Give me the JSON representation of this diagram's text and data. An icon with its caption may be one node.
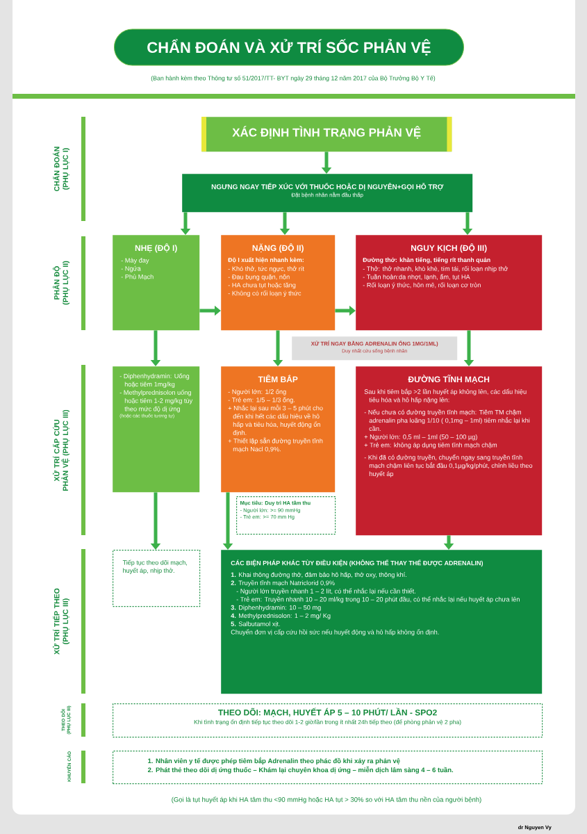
{
  "diagram": {
    "title": "CHẨN ĐOÁN VÀ XỬ TRÍ SỐC PHẢN VỆ",
    "nodes": [
      {
        "text": [
          "XÁC ĐỊNH TÌNH TRẠNG PHẢN VỆ"
        ]
      },
      {
        "text": [
          "NGƯNG NGAY TIẾP XÚC VỚI THUỐC HOẶC DỊ NGUYÊN+GỌI HỖ TRỢ",
          "Đặt bệnh nhân nằm đầu thấp"
        ]
      },
      {
        "text": [
          "NHẸ (ĐỘ I)",
          "- Mày đay",
          "- Ngứa",
          "- Phù Mạch"
        ]
      },
      {
        "text": [
          "NẶNG (ĐỘ II)",
          "Độ I xuất hiện nhanh kèm:",
          "- Khó thở, tức ngực, thở rít",
          "- Đau bụng quặn, nôn",
          "- HA chưa tụt hoặc tăng",
          "- Không có rối loạn ý thức"
        ]
      },
      {
        "text": [
          "NGUY KỊCH (ĐỘ III)",
          "Đường thở: khàn tiếng, tiếng rít thanh quản",
          "- Thở: thở nhanh, khò khè, tím tái, rối loạn nhịp thở",
          "- Tuần hoàn:da nhợt, lạnh, ẩm, tụt HA",
          "- Rối loạn ý thức, hôn mê, rối loạn cơ tròn"
        ]
      },
      {
        "text": [
          "XỬ TRÍ NGAY BẰNG ADRENALIN ỐNG 1MG/1ML)",
          "Duy nhất cứu sống bệnh nhân"
        ]
      },
      {
        "text": [
          "- Diphenhydramin: Uống hoặc tiêm 1mg/kg",
          "- Methylprednisolon uống hoặc tiêm 1-2 mg/kg tùy theo mức độ dị ứng",
          "(hoặc các thuốc tương tự)"
        ]
      },
      {
        "text": [
          "TIÊM BẮP",
          "- Người lớn: 1/2 ống",
          "- Trẻ em: 1/5 – 1/3 ống.",
          "+ Nhắc lại sau mỗi 3 – 5 phút cho đến khi hết các dấu hiệu về hô hấp và tiêu hóa, huyết động ổn định.",
          "+ Thiết lập sẵn đường truyền tĩnh mạch Nacl 0,9%."
        ]
      },
      {
        "text": [
          "Mục tiêu: Duy trì  HA tâm thu",
          "- Người lớn: >= 90 mmHg",
          "- Trẻ em: >= 70 mm Hg"
        ]
      },
      {
        "text": [
          "ĐƯỜNG TĨNH MẠCH",
          "Sau khi tiêm bắp >2 lần huyết áp không lên, các dấu hiệu tiêu hóa  và hô hấp nặng lên:",
          "- Nếu chưa có đường truyền tĩnh mạch: Tiêm TM chậm adrenalin pha loãng 1/10 ( 0,1mg – 1ml) tiêm nhắc lại khi cần.",
          "+ Người lớn: 0,5 ml – 1ml (50 – 100 µg)",
          "+ Trẻ em: không áp dụng tiêm tĩnh mạch chậm",
          "- Khi đã có đường truyền, chuyển ngay sang truyền tĩnh mạch chậm liên tục bắt đầu 0,1µg/kg/phút, chỉnh liều theo huyết áp"
        ]
      },
      {
        "text": [
          "Tiếp tục theo dõi mạch, huyết áp, nhịp thở."
        ]
      },
      {
        "text": [
          "CÁC BIỆN PHÁP KHÁC TÙY ĐIỀU KIỆN (KHÔNG THỂ THAY THẾ ĐƯỢC ADRENALIN)",
          "**1.** Khai thông đường thở, đảm bảo hô hấp, thở oxy, thông khí.",
          "**2.** Truyền tĩnh mạch Natriclorid 0,9%",
          "- Người lớn truyền nhanh 1 – 2 lít, có thể nhắc lại nếu cần thiết.",
          "- Trẻ em: Truyền nhanh 10 – 20 ml/kg trong 10 – 20 phút đầu, có thể  nhắc lại nếu huyết áp chưa lên",
          "**3.** Diphenhydramin: 10 – 50 mg",
          "**4.** Methylprednisolon: 1 – 2 mg/ Kg",
          "**5.** Salbutamol xịt.",
          "Chuyển đơn vị cấp cứu hồi sức nếu huyết động và hô hấp không ổn định."
        ]
      },
      {
        "text": [
          "THEO DÕI: MẠCH, HUYẾT ÁP 5 – 10 PHÚT/ LẦN - SPO2",
          "Khi tình trạng ổn định tiếp tục theo dõi 1-2 giờ/lần trong ít nhất 24h tiếp theo (để phòng phản vệ 2 pha)"
        ]
      },
      {
        "text": [
          "1. Nhân viên y tế được phép tiêm bắp Adrenalin theo phác đồ khi xảy ra phản vệ",
          "2. Phát thẻ theo dõi dị ứng thuốc – Khám lại chuyên khoa dị ứng – miễn dịch lâm sàng 4 – 6 tuần."
        ]
      }
    ],
    "edges": [
      {
        "from": 0,
        "to": 1,
        "arrow": "to"
      },
      {
        "from": 1,
        "to": 2,
        "arrow": "to"
      },
      {
        "from": 1,
        "to": 3,
        "arrow": "to"
      },
      {
        "from": 1,
        "to": 4,
        "arrow": "to"
      },
      {
        "from": 2,
        "to": 3,
        "arrow": "to"
      },
      {
        "from": 3,
        "to": 4,
        "arrow": "to"
      },
      {
        "from": 2,
        "to": 6,
        "arrow": "to"
      },
      {
        "from": 3,
        "to": 7,
        "arrow": "to"
      },
      {
        "from": 4,
        "to": 9,
        "arrow": "to"
      },
      {
        "from": 6,
        "to": 10,
        "arrow": "to"
      },
      {
        "from": 7,
        "to": 11,
        "arrow": "to"
      },
      {
        "from": 9,
        "to": 11,
        "arrow": "to"
      }
    ],
    "labels": [
      "(Ban hành kèm theo Thông tư số 51/2017/TT- BYT ngày 29 tháng 12 năm 2017 của Bộ Trưởng Bộ Y Tế)",
      "CHẨN ĐOÁN (PHỤ LỤC I)",
      "PHÂN ĐỘ (PHỤ LỤC II)",
      "XỬ TRÍ CẤP CỨU PHẢN VỆ (PHỤ LỤC III)",
      "XỬ TRÍ TIẾP THEO (PHỤ LỤC III)",
      "THEO DÕI (PHỤ LỤC III)",
      "KHUYẾN CÁO",
      "(Gọi là tụt huyết áp khi HA tâm thu <90 mmHg hoặc HA tụt > 30% so với HA tâm thu nền của người bệnh)",
      "dr Nguyen Vy"
    ]
  }
}
